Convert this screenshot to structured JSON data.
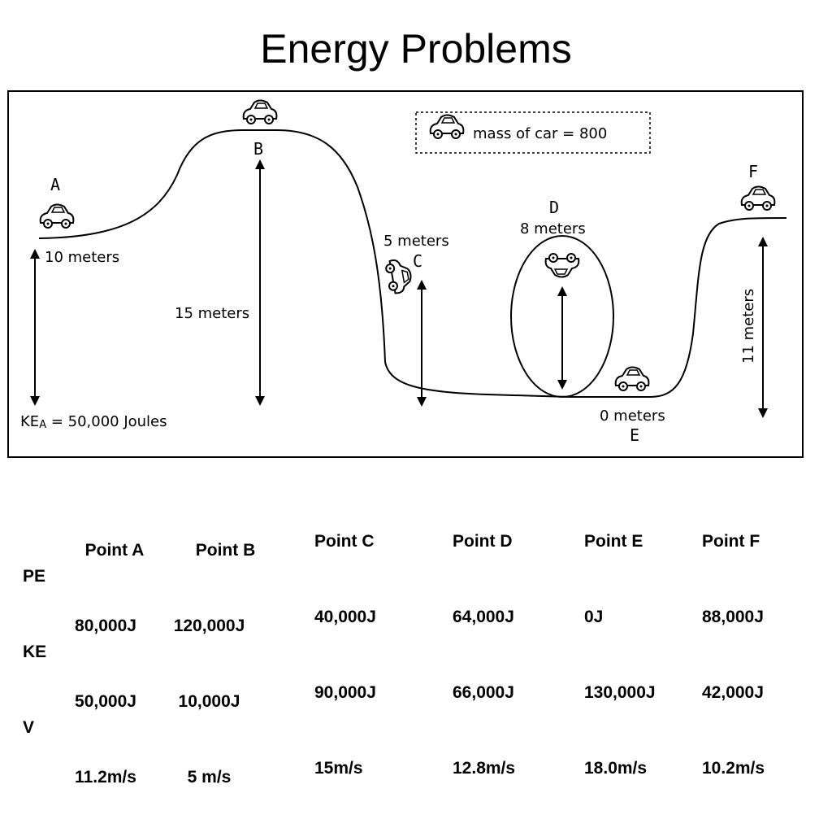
{
  "page": {
    "title": "Energy Problems"
  },
  "diagram": {
    "legend": "mass of car = 800",
    "point_labels": {
      "A": "A",
      "B": "B",
      "C": "C",
      "D": "D",
      "E": "E",
      "F": "F"
    },
    "heights": {
      "A": "10 meters",
      "B": "15 meters",
      "C": "5 meters",
      "D": "8 meters",
      "E": "0 meters",
      "F": "11 meters"
    },
    "ke_note": {
      "prefix": "KE",
      "sub": "A",
      "rest": " = 50,000 Joules"
    }
  },
  "table": {
    "row_labels": [
      "PE",
      "KE",
      "V"
    ],
    "columns": [
      {
        "header": "Point A",
        "pe": "80,000J",
        "ke": "50,000J",
        "v": "11.2m/s"
      },
      {
        "header": "Point B",
        "pe": "120,000J",
        "ke": "10,000J",
        "v": "5 m/s"
      },
      {
        "header": "Point C",
        "pe": "40,000J",
        "ke": "90,000J",
        "v": "15m/s"
      },
      {
        "header": "Point D",
        "pe": "64,000J",
        "ke": "66,000J",
        "v": "12.8m/s"
      },
      {
        "header": "Point E",
        "pe": "0J",
        "ke": "130,000J",
        "v": "18.0m/s"
      },
      {
        "header": "Point F",
        "pe": "88,000J",
        "ke": "42,000J",
        "v": "10.2m/s"
      }
    ]
  }
}
